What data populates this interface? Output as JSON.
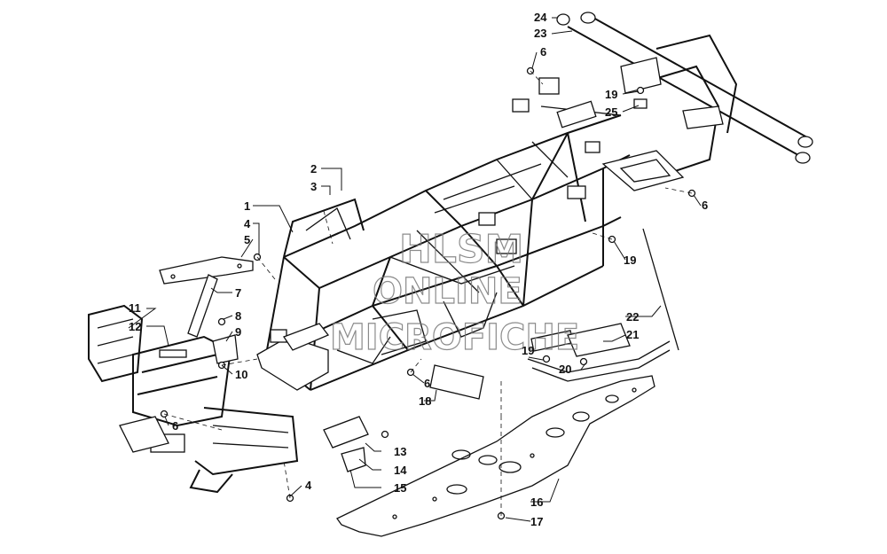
{
  "watermark": {
    "line1": "HLSM",
    "line2": "ONLINE",
    "line3": "MICROFICHE"
  },
  "callouts": {
    "c1": "1",
    "c2": "2",
    "c3": "3",
    "c4a": "4",
    "c4b": "4",
    "c5": "5",
    "c6a": "6",
    "c6b": "6",
    "c6c": "6",
    "c6d": "6",
    "c7": "7",
    "c8": "8",
    "c9": "9",
    "c10": "10",
    "c11": "11",
    "c12": "12",
    "c13": "13",
    "c14": "14",
    "c15": "15",
    "c16": "16",
    "c17": "17",
    "c19a": "19",
    "c19b": "19",
    "c19c": "19",
    "c20": "20",
    "c21": "21",
    "c22": "22",
    "c23": "23",
    "c24": "24",
    "c25": "25"
  }
}
